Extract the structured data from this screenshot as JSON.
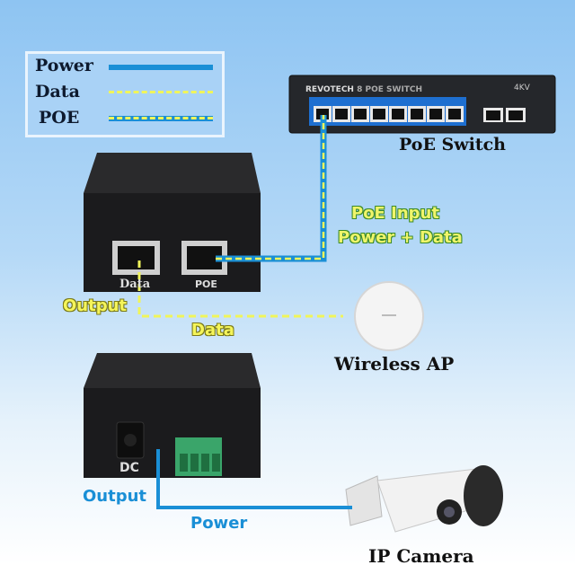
{
  "legend": {
    "items": [
      {
        "label": "Power",
        "style": "solid",
        "color": "#1a8fd6"
      },
      {
        "label": "Data",
        "style": "dashed",
        "color": "#f0f55a"
      },
      {
        "label": "POE",
        "style": "blue-with-yellow-dash"
      }
    ]
  },
  "switch": {
    "brand": "REVOTECH",
    "model": "8 POE SWITCH",
    "badge": "4KV",
    "caption": "PoE Switch"
  },
  "splitter_top": {
    "port_data": "Data",
    "port_poe": "POE"
  },
  "labels": {
    "poe_input": "PoE Input",
    "poe_input_sub": "Power + Data",
    "output_data": "Output",
    "data": "Data",
    "wireless_ap": "Wireless AP",
    "dc": "DC",
    "output_power": "Output",
    "power": "Power",
    "ip_camera": "IP Camera"
  },
  "colors": {
    "power": "#1a8fd6",
    "data": "#f0f55a",
    "device": "#1c1c1e"
  }
}
